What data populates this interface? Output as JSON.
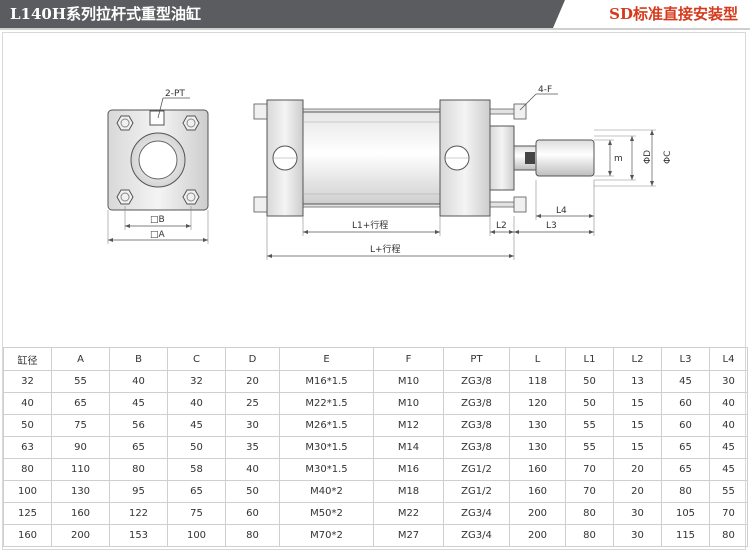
{
  "header": {
    "title": "L140H系列拉杆式重型油缸",
    "install_type": "SD标准直接安装型"
  },
  "drawing": {
    "labels": {
      "pt": "2-PT",
      "b": "□B",
      "a": "□A",
      "f": "4-F",
      "m": "m",
      "d": "ΦD",
      "c": "ΦC",
      "l4": "L4",
      "l2": "L2",
      "l3": "L3",
      "l1": "L1+行程",
      "l": "L+行程"
    }
  },
  "table": {
    "headers": [
      "缸径",
      "A",
      "B",
      "C",
      "D",
      "E",
      "F",
      "PT",
      "L",
      "L1",
      "L2",
      "L3",
      "L4"
    ],
    "rows": [
      [
        "32",
        "55",
        "40",
        "32",
        "20",
        "M16*1.5",
        "M10",
        "ZG3/8",
        "118",
        "50",
        "13",
        "45",
        "30"
      ],
      [
        "40",
        "65",
        "45",
        "40",
        "25",
        "M22*1.5",
        "M10",
        "ZG3/8",
        "120",
        "50",
        "15",
        "60",
        "40"
      ],
      [
        "50",
        "75",
        "56",
        "45",
        "30",
        "M26*1.5",
        "M12",
        "ZG3/8",
        "130",
        "55",
        "15",
        "60",
        "40"
      ],
      [
        "63",
        "90",
        "65",
        "50",
        "35",
        "M30*1.5",
        "M14",
        "ZG3/8",
        "130",
        "55",
        "15",
        "65",
        "45"
      ],
      [
        "80",
        "110",
        "80",
        "58",
        "40",
        "M30*1.5",
        "M16",
        "ZG1/2",
        "160",
        "70",
        "20",
        "65",
        "45"
      ],
      [
        "100",
        "130",
        "95",
        "65",
        "50",
        "M40*2",
        "M18",
        "ZG1/2",
        "160",
        "70",
        "20",
        "80",
        "55"
      ],
      [
        "125",
        "160",
        "122",
        "75",
        "60",
        "M50*2",
        "M22",
        "ZG3/4",
        "200",
        "80",
        "30",
        "105",
        "70"
      ],
      [
        "160",
        "200",
        "153",
        "100",
        "80",
        "M70*2",
        "M27",
        "ZG3/4",
        "200",
        "80",
        "30",
        "115",
        "80"
      ]
    ]
  }
}
